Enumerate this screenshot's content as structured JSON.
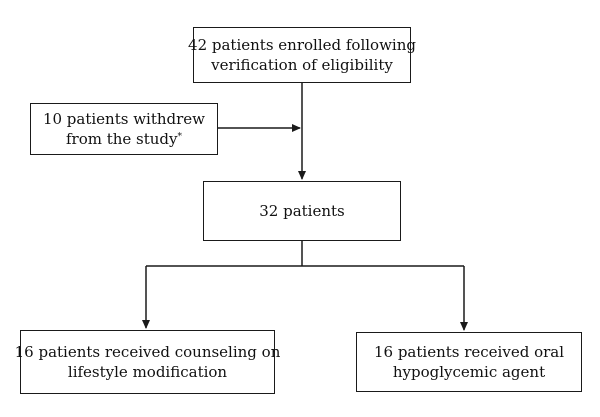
{
  "nodes": {
    "enrolled": {
      "line1": "42 patients enrolled following",
      "line2": "verification of eligibility"
    },
    "withdrew": {
      "line1": "10 patients withdrew",
      "line2": "from the study",
      "footnote_mark": "*"
    },
    "remaining": {
      "text": "32 patients"
    },
    "counseling": {
      "line1": "16 patients received counseling on",
      "line2": "lifestyle modification"
    },
    "oral": {
      "line1": "16 patients received oral",
      "line2": "hypoglycemic agent"
    }
  },
  "edges": [
    {
      "from": "enrolled",
      "to": "remaining"
    },
    {
      "from": "withdrew",
      "to": "enrolled-remaining-line"
    },
    {
      "from": "remaining",
      "to": "counseling"
    },
    {
      "from": "remaining",
      "to": "oral"
    }
  ]
}
